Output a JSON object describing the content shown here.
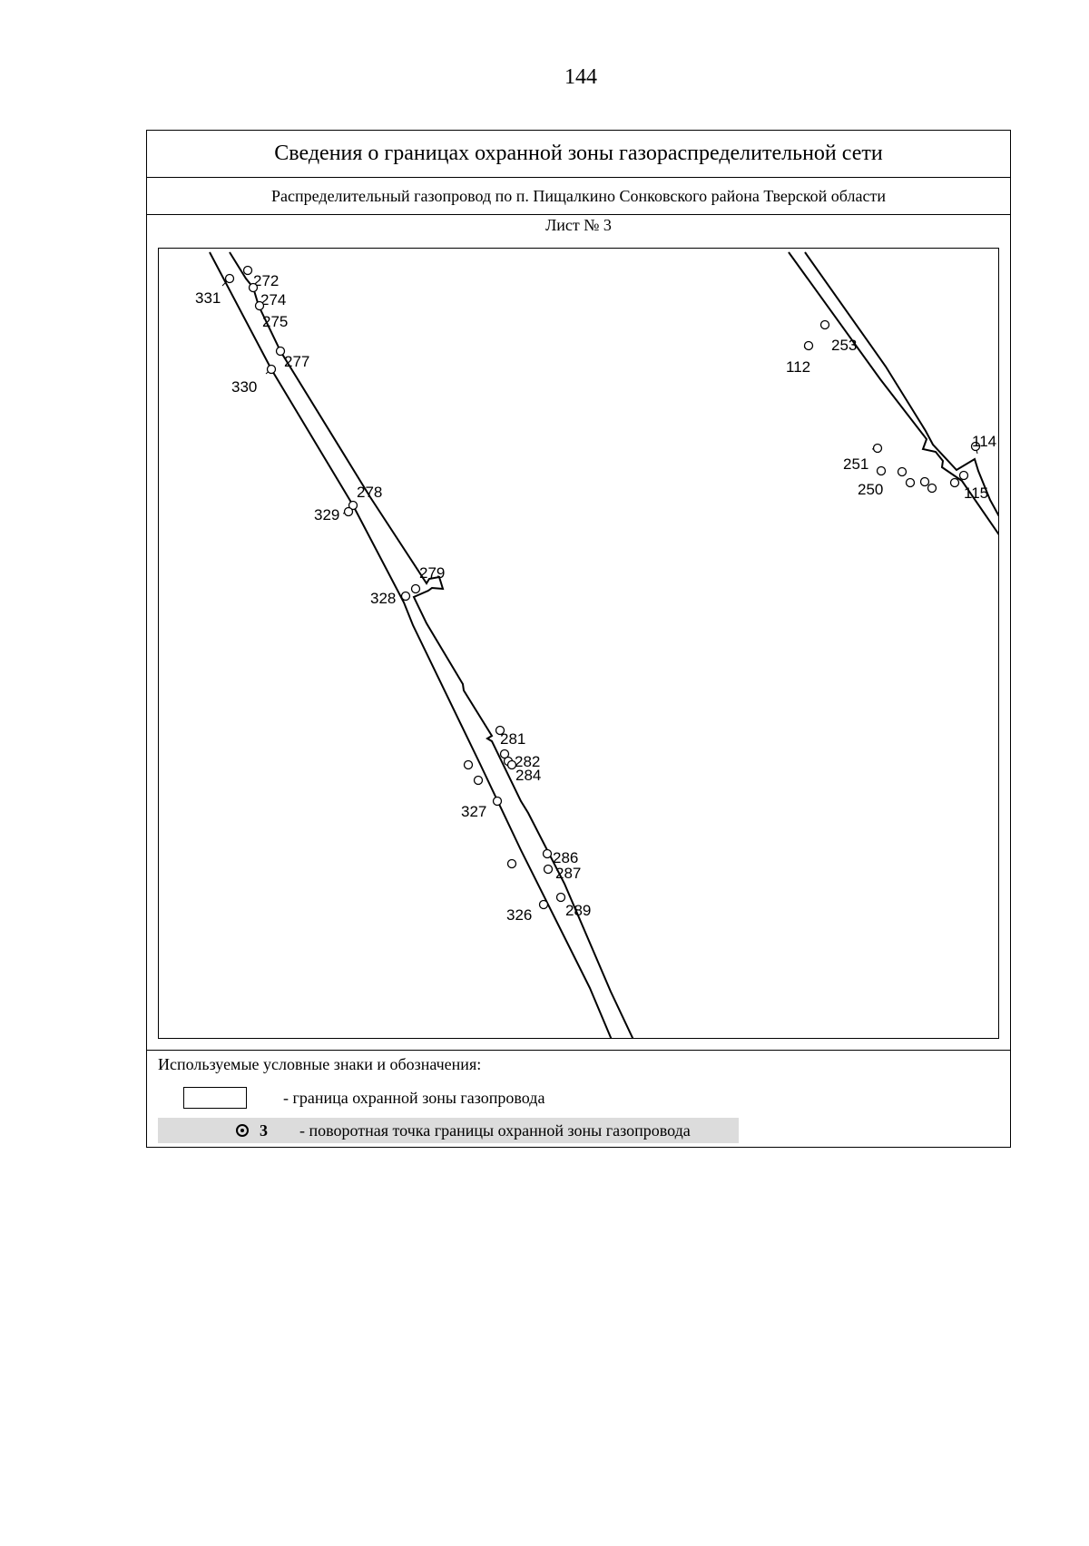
{
  "page_number": "144",
  "title": "Сведения о границах охранной зоны газораспределительной сети",
  "subtitle": "Распределительный газопровод по п. Пищалкино Сонковского района Тверской области",
  "sheet_label": "Лист № 3",
  "legend": {
    "heading": "Используемые условные знаки и обозначения:",
    "zone_boundary": "- граница охранной зоны газопровода",
    "turn_point_sample": "3",
    "turn_point": "- поворотная точка границы охранной зоны газопровода"
  },
  "map": {
    "line_color": "#000000",
    "points": [
      "331",
      "272",
      "274",
      "275",
      "277",
      "330",
      "278",
      "329",
      "279",
      "328",
      "281",
      "282",
      "284",
      "327",
      "286",
      "287",
      "289",
      "326",
      "253",
      "112",
      "114",
      "251",
      "250",
      "115"
    ]
  }
}
